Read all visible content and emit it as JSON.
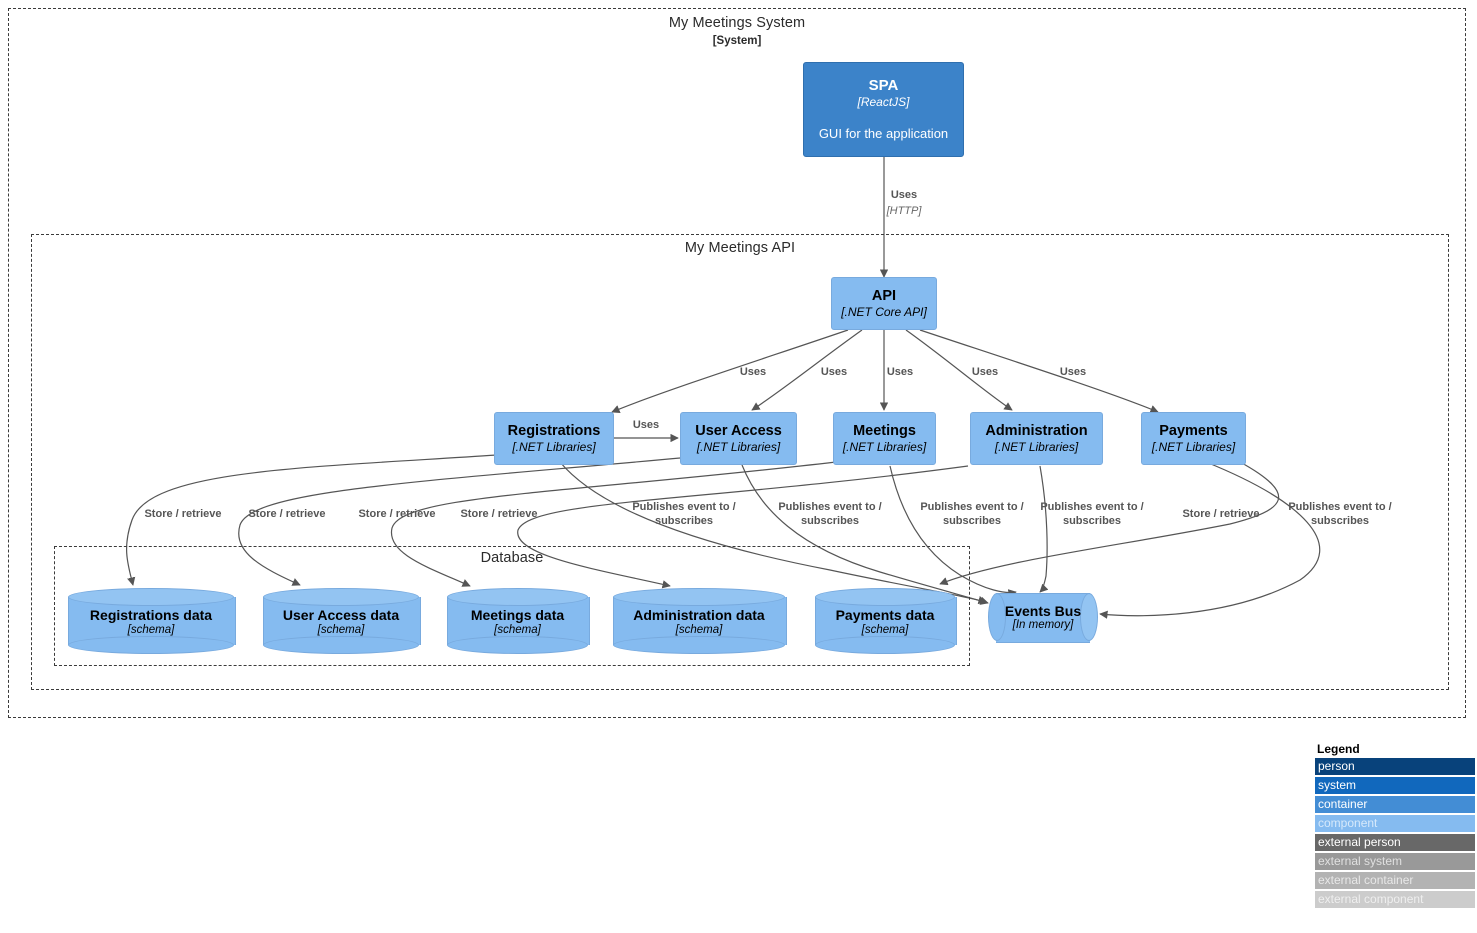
{
  "diagram": {
    "type": "c4-container-diagram",
    "background": "#ffffff"
  },
  "boundaries": [
    {
      "id": "system-boundary",
      "title": "My Meetings System",
      "subtitle": "[System]"
    },
    {
      "id": "api-boundary",
      "title": "My Meetings API",
      "subtitle": ""
    },
    {
      "id": "database-boundary",
      "title": "Database",
      "subtitle": ""
    }
  ],
  "nodes": {
    "spa": {
      "name": "SPA",
      "tech": "[ReactJS]",
      "desc": "GUI for the application"
    },
    "api": {
      "name": "API",
      "tech": "[.NET Core API]",
      "desc": ""
    },
    "registrations": {
      "name": "Registrations",
      "tech": "[.NET Libraries]"
    },
    "user_access": {
      "name": "User Access",
      "tech": "[.NET Libraries]"
    },
    "meetings": {
      "name": "Meetings",
      "tech": "[.NET Libraries]"
    },
    "administration": {
      "name": "Administration",
      "tech": "[.NET Libraries]"
    },
    "payments": {
      "name": "Payments",
      "tech": "[.NET Libraries]"
    },
    "registrations_data": {
      "name": "Registrations data",
      "tech": "[schema]"
    },
    "user_access_data": {
      "name": "User Access data",
      "tech": "[schema]"
    },
    "meetings_data": {
      "name": "Meetings data",
      "tech": "[schema]"
    },
    "administration_data": {
      "name": "Administration data",
      "tech": "[schema]"
    },
    "payments_data": {
      "name": "Payments data",
      "tech": "[schema]"
    },
    "events_bus": {
      "name": "Events Bus",
      "tech": "[In memory]"
    }
  },
  "edge_labels": {
    "spa_api": "Uses",
    "spa_api_tech": "[HTTP]",
    "uses_1": "Uses",
    "uses_2": "Uses",
    "uses_3": "Uses",
    "uses_4": "Uses",
    "uses_5": "Uses",
    "reg_to_useraccess": "Uses",
    "store_1": "Store / retrieve",
    "store_2": "Store / retrieve",
    "store_3": "Store / retrieve",
    "store_4": "Store / retrieve",
    "store_5": "Store / retrieve",
    "publish_1": "Publishes event to /\nsubscribes",
    "publish_2": "Publishes event to /\nsubscribes",
    "publish_3": "Publishes event to /\nsubscribes",
    "publish_4": "Publishes event to /\nsubscribes",
    "publish_5": "Publishes event to /\nsubscribes"
  },
  "legend": {
    "title": "Legend",
    "items": [
      {
        "label": "person",
        "bg": "#08427b",
        "fg": "#ffffff"
      },
      {
        "label": "system",
        "bg": "#1168bd",
        "fg": "#ffffff"
      },
      {
        "label": "container",
        "bg": "#438dd5",
        "fg": "#ffffff"
      },
      {
        "label": "component",
        "bg": "#85bbf0",
        "fg": "#d6e9fb"
      },
      {
        "label": "external person",
        "bg": "#686868",
        "fg": "#ffffff"
      },
      {
        "label": "external system",
        "bg": "#999999",
        "fg": "#e0e0e0"
      },
      {
        "label": "external container",
        "bg": "#b3b3b3",
        "fg": "#e8e8e8"
      },
      {
        "label": "external component",
        "bg": "#cccccc",
        "fg": "#efefef"
      }
    ]
  },
  "colors": {
    "system_fill": "#3c83c9",
    "container_fill": "#85bbf0",
    "edge_stroke": "#555555",
    "boundary_stroke": "#3b3b3b"
  }
}
